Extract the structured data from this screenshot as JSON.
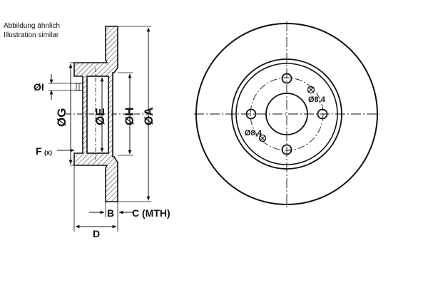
{
  "caption": {
    "line1": "Abbildung ähnlich",
    "line2": "Illustration similar"
  },
  "labels": {
    "dia_i": "ØI",
    "dia_g": "ØG",
    "dia_e": "ØE",
    "dia_h": "ØH",
    "dia_a": "ØA",
    "f": "F",
    "f_suffix": "(x)",
    "b": "B",
    "c": "C (MTH)",
    "d": "D",
    "hole_dia_top": "Ø8,4",
    "hole_dia_left": "Ø8,4"
  },
  "colors": {
    "ink": "#111111",
    "hatch": "#222222"
  }
}
